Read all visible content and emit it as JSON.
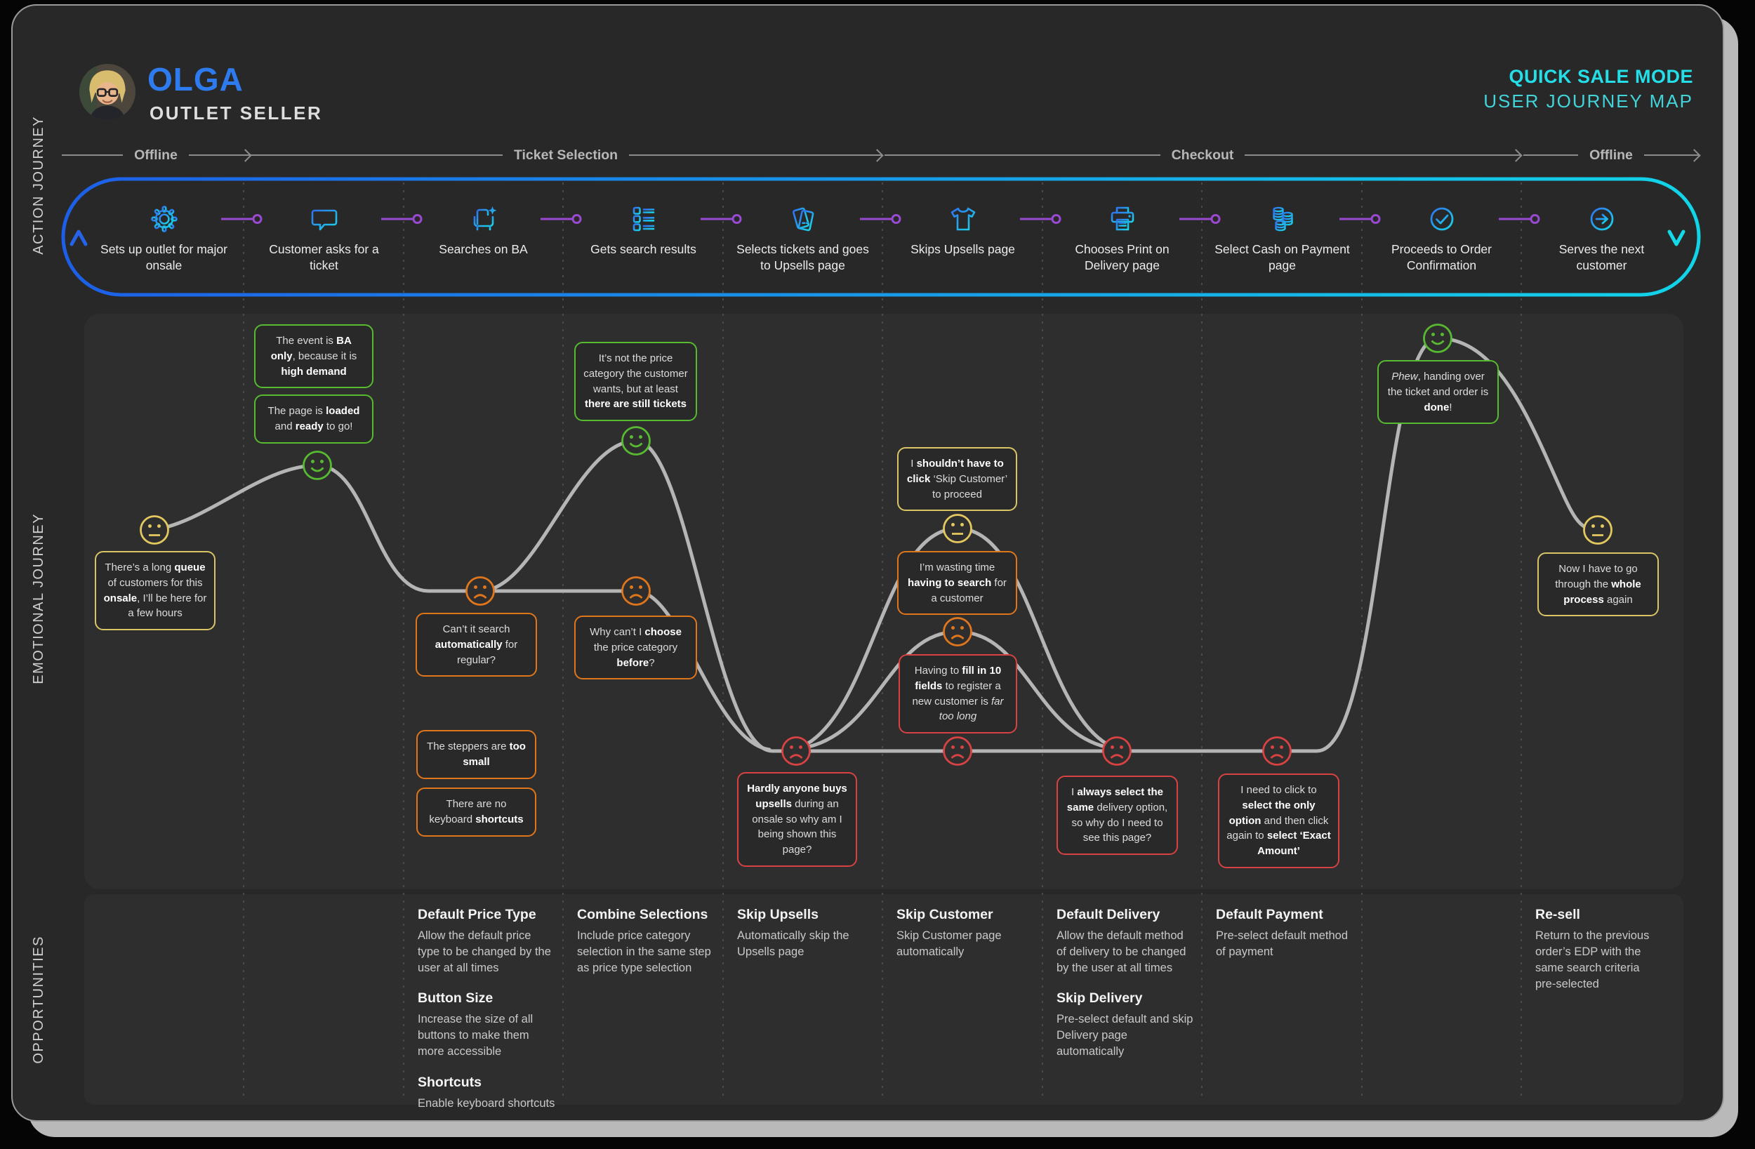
{
  "header": {
    "name": "OLGA",
    "role": "OUTLET SELLER",
    "mode": "QUICK SALE MODE",
    "subtitle": "USER JOURNEY MAP"
  },
  "sections": {
    "action": "ACTION JOURNEY",
    "emotional": "EMOTIONAL JOURNEY",
    "opportunities": "OPPORTUNITIES"
  },
  "phases": [
    {
      "label": "Offline"
    },
    {
      "label": "Ticket Selection"
    },
    {
      "label": "Checkout"
    },
    {
      "label": "Offline"
    }
  ],
  "steps": [
    {
      "icon": "gear-icon",
      "label": "Sets up outlet for major onsale"
    },
    {
      "icon": "speech-bubble-icon",
      "label": "Customer asks for a ticket"
    },
    {
      "icon": "seat-sparkle-icon",
      "label": "Searches on BA"
    },
    {
      "icon": "list-results-icon",
      "label": "Gets search results"
    },
    {
      "icon": "tickets-icon",
      "label": "Selects tickets and goes to Upsells page"
    },
    {
      "icon": "tshirt-icon",
      "label": "Skips Upsells page"
    },
    {
      "icon": "printer-icon",
      "label": "Chooses Print on Delivery page"
    },
    {
      "icon": "coins-icon",
      "label": "Select Cash on Payment page"
    },
    {
      "icon": "check-circle-icon",
      "label": "Proceeds to Order Confirmation"
    },
    {
      "icon": "arrow-circle-icon",
      "label": "Serves the next customer"
    }
  ],
  "faces": [
    {
      "mood": "neutral",
      "color": "yellow"
    },
    {
      "mood": "happy",
      "color": "green"
    },
    {
      "mood": "sad",
      "color": "orange"
    },
    {
      "mood": "happy",
      "color": "green"
    },
    {
      "mood": "sad",
      "color": "orange"
    },
    {
      "mood": "sad",
      "color": "red"
    },
    {
      "mood": "neutral",
      "color": "yellow"
    },
    {
      "mood": "sad",
      "color": "orange"
    },
    {
      "mood": "sad",
      "color": "red"
    },
    {
      "mood": "sad",
      "color": "red"
    },
    {
      "mood": "sad",
      "color": "red"
    },
    {
      "mood": "happy",
      "color": "green"
    },
    {
      "mood": "neutral",
      "color": "yellow"
    }
  ],
  "callouts": [
    {
      "color": "yellow",
      "segments": [
        {
          "t": "There’s a long "
        },
        {
          "t": "queue",
          "b": true
        },
        {
          "t": " of customers for this "
        },
        {
          "t": "onsale",
          "b": true
        },
        {
          "t": ", I’ll be here for a few hours"
        }
      ]
    },
    {
      "color": "green",
      "segments": [
        {
          "t": "The event is "
        },
        {
          "t": "BA only",
          "b": true
        },
        {
          "t": ", because it is "
        },
        {
          "t": "high demand",
          "b": true
        }
      ]
    },
    {
      "color": "green",
      "segments": [
        {
          "t": "The page is "
        },
        {
          "t": "loaded",
          "b": true
        },
        {
          "t": " and "
        },
        {
          "t": "ready",
          "b": true
        },
        {
          "t": " to go!"
        }
      ]
    },
    {
      "color": "orange",
      "segments": [
        {
          "t": "Can’t it search "
        },
        {
          "t": "automatically",
          "b": true
        },
        {
          "t": " for regular?"
        }
      ]
    },
    {
      "color": "orange",
      "segments": [
        {
          "t": "The steppers are "
        },
        {
          "t": "too small",
          "b": true
        }
      ]
    },
    {
      "color": "orange",
      "segments": [
        {
          "t": "There are no keyboard "
        },
        {
          "t": "shortcuts",
          "b": true
        }
      ]
    },
    {
      "color": "green",
      "segments": [
        {
          "t": "It’s not the price category the customer wants, but at least "
        },
        {
          "t": "there are still tickets",
          "b": true
        }
      ]
    },
    {
      "color": "orange",
      "segments": [
        {
          "t": "Why can’t I "
        },
        {
          "t": "choose",
          "b": true
        },
        {
          "t": " the price category "
        },
        {
          "t": "before",
          "b": true
        },
        {
          "t": "?"
        }
      ]
    },
    {
      "color": "red",
      "segments": [
        {
          "t": "Hardly anyone buys upsells",
          "b": true
        },
        {
          "t": " during an onsale so why am I being shown this page?"
        }
      ]
    },
    {
      "color": "yellow",
      "segments": [
        {
          "t": "I "
        },
        {
          "t": "shouldn’t have to click",
          "b": true
        },
        {
          "t": " ‘Skip Customer’ to proceed"
        }
      ]
    },
    {
      "color": "orange",
      "segments": [
        {
          "t": "I’m wasting time "
        },
        {
          "t": "having to search",
          "b": true
        },
        {
          "t": " for a customer"
        }
      ]
    },
    {
      "color": "red",
      "segments": [
        {
          "t": "Having to "
        },
        {
          "t": "fill in 10 fields",
          "b": true
        },
        {
          "t": " to register a new customer is "
        },
        {
          "t": "far too long",
          "i": true
        }
      ]
    },
    {
      "color": "red",
      "segments": [
        {
          "t": "I "
        },
        {
          "t": "always select the same",
          "b": true
        },
        {
          "t": " delivery option, so why do I need to see this page?"
        }
      ]
    },
    {
      "color": "red",
      "segments": [
        {
          "t": "I need to click to "
        },
        {
          "t": "select the only option",
          "b": true
        },
        {
          "t": " and then click again to "
        },
        {
          "t": "select ‘Exact Amount’",
          "b": true
        }
      ]
    },
    {
      "color": "green",
      "segments": [
        {
          "t": "Phew",
          "i": true
        },
        {
          "t": ", handing over the ticket and order is "
        },
        {
          "t": "done",
          "b": true
        },
        {
          "t": "!"
        }
      ]
    },
    {
      "color": "yellow",
      "segments": [
        {
          "t": "Now I have to go through the "
        },
        {
          "t": "whole process",
          "b": true
        },
        {
          "t": " again"
        }
      ]
    }
  ],
  "opportunities": [
    {
      "items": [
        {
          "title": "Default Price Type",
          "body": "Allow the default price type to be changed by the user at all times"
        },
        {
          "title": "Button Size",
          "body": "Increase the size of all buttons to make them more accessible"
        },
        {
          "title": "Shortcuts",
          "body": "Enable keyboard shortcuts"
        }
      ]
    },
    {
      "items": [
        {
          "title": "Combine Selections",
          "body": "Include price category selection in the same step as price type selection"
        }
      ]
    },
    {
      "items": [
        {
          "title": "Skip Upsells",
          "body": "Automatically skip the Upsells page"
        }
      ]
    },
    {
      "items": [
        {
          "title": "Skip Customer",
          "body": "Skip Customer page automatically"
        }
      ]
    },
    {
      "items": [
        {
          "title": "Default Delivery",
          "body": "Allow the default method of delivery to be changed by the user at all times"
        },
        {
          "title": "Skip Delivery",
          "body": "Pre-select default and skip Delivery page automatically"
        }
      ]
    },
    {
      "items": [
        {
          "title": "Default Payment",
          "body": "Pre-select default method of payment"
        }
      ]
    },
    {
      "items": [
        {
          "title": "Re-sell",
          "body": "Return to the previous order’s EDP with the same search criteria pre-selected"
        }
      ]
    }
  ],
  "colors": {
    "brand_blue": "#2e7bf0",
    "header_cyan": "#25dfe8",
    "track_blue": "#1d5fe8",
    "track_cyan": "#12d4e8",
    "connector_purple": "#9a4ad2",
    "mood_yellow": "#e2c85e",
    "mood_green": "#57ba30",
    "mood_orange": "#e0761c",
    "mood_red": "#d84242",
    "journey_line": "#b5b5b5"
  }
}
